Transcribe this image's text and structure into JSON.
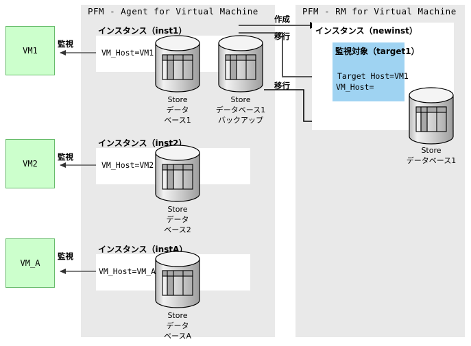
{
  "diagram": {
    "title": "PFM Agent / RM for Virtual Machine store database migration",
    "colors": {
      "panel_bg": "#e9e9e9",
      "vm_fill": "#ccffcc",
      "vm_border": "#66bb6a",
      "target_fill": "#9fd3f2",
      "inner_box": "#ffffff",
      "line": "#000000",
      "monitor_line": "#555555"
    }
  },
  "panels": {
    "agent": {
      "title": "PFM - Agent for Virtual Machine"
    },
    "rm": {
      "title": "PFM - RM for Virtual Machine"
    }
  },
  "vms": [
    {
      "name": "vm1",
      "label": "VM1",
      "monitor_label": "監視"
    },
    {
      "name": "vm2",
      "label": "VM2",
      "monitor_label": "監視"
    },
    {
      "name": "vma",
      "label": "VM_A",
      "monitor_label": "監視"
    }
  ],
  "agent_instances": [
    {
      "name": "inst1",
      "heading": "インスタンス（inst1）",
      "field": "VM_Host=VM1",
      "stores": [
        {
          "name": "store-database-1",
          "label": "Store\nデータ\nベース1"
        },
        {
          "name": "store-database-1-backup",
          "label": "Store\nデータベース1\nバックアップ"
        }
      ]
    },
    {
      "name": "inst2",
      "heading": "インスタンス（inst2）",
      "field": "VM_Host=VM2",
      "stores": [
        {
          "name": "store-database-2",
          "label": "Store\nデータ\nベース2"
        }
      ]
    },
    {
      "name": "instA",
      "heading": "インスタンス（instA）",
      "field": "VM_Host=VM_A",
      "stores": [
        {
          "name": "store-database-a",
          "label": "Store\nデータ\nベースA"
        }
      ]
    }
  ],
  "rm_instance": {
    "heading": "インスタンス（newinst）",
    "target": {
      "heading": "監視対象（target1）",
      "fields": [
        "Target Host=VM1",
        "VM_Host="
      ]
    },
    "store": {
      "name": "store-database-1",
      "label": "Store\nデータベース1"
    }
  },
  "flow_labels": {
    "create": "作成",
    "migrate_upper": "移行",
    "migrate_lower": "移行"
  }
}
